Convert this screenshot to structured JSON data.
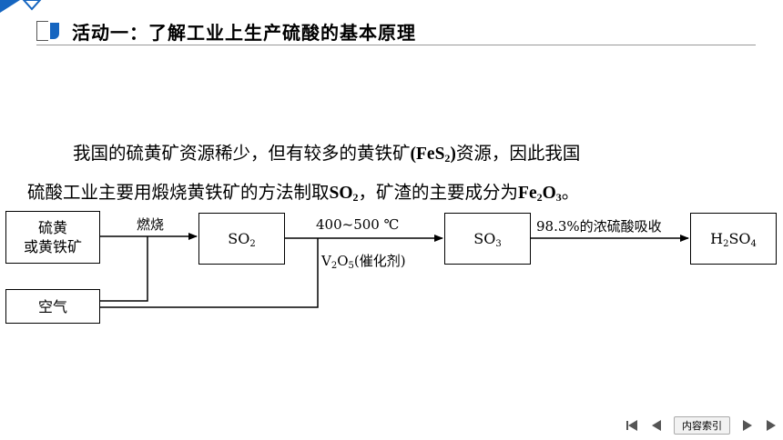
{
  "header": {
    "title": "活动一：了解工业上生产硫酸的基本原理",
    "accent_color": "#1565c0"
  },
  "paragraph": {
    "line1_part1": "我国的硫黄矿资源稀少，但有较多的黄铁矿",
    "line1_formula_main": "(FeS",
    "line1_formula_sub": "2",
    "line1_formula_end": ")",
    "line1_part2": "资源，因此我国",
    "line2_part1": "硫酸工业主要用煅烧黄铁矿的方法制取",
    "line2_so2_main": "SO",
    "line2_so2_sub": "2",
    "line2_part2": "，矿渣的主要成分为",
    "line2_fe_main": "Fe",
    "line2_fe_sub": "2",
    "line2_o_main": "O",
    "line2_o_sub": "3",
    "line2_end": "。"
  },
  "flowchart": {
    "raw_material_line1": "硫黄",
    "raw_material_line2": "或黄铁矿",
    "air": "空气",
    "so2_main": "SO",
    "so2_sub": "2",
    "so3_main": "SO",
    "so3_sub": "3",
    "h2so4_h": "H",
    "h2so4_sub1": "2",
    "h2so4_so": "SO",
    "h2so4_sub2": "4",
    "step1_label": "燃烧",
    "step2_temp": "400~500 ℃",
    "step2_cat_v": "V",
    "step2_cat_sub1": "2",
    "step2_cat_o": "O",
    "step2_cat_sub2": "5",
    "step2_cat_text": "(催化剂)",
    "step3_label": "98.3%的浓硫酸吸收"
  },
  "nav": {
    "index_label": "内容索引"
  }
}
